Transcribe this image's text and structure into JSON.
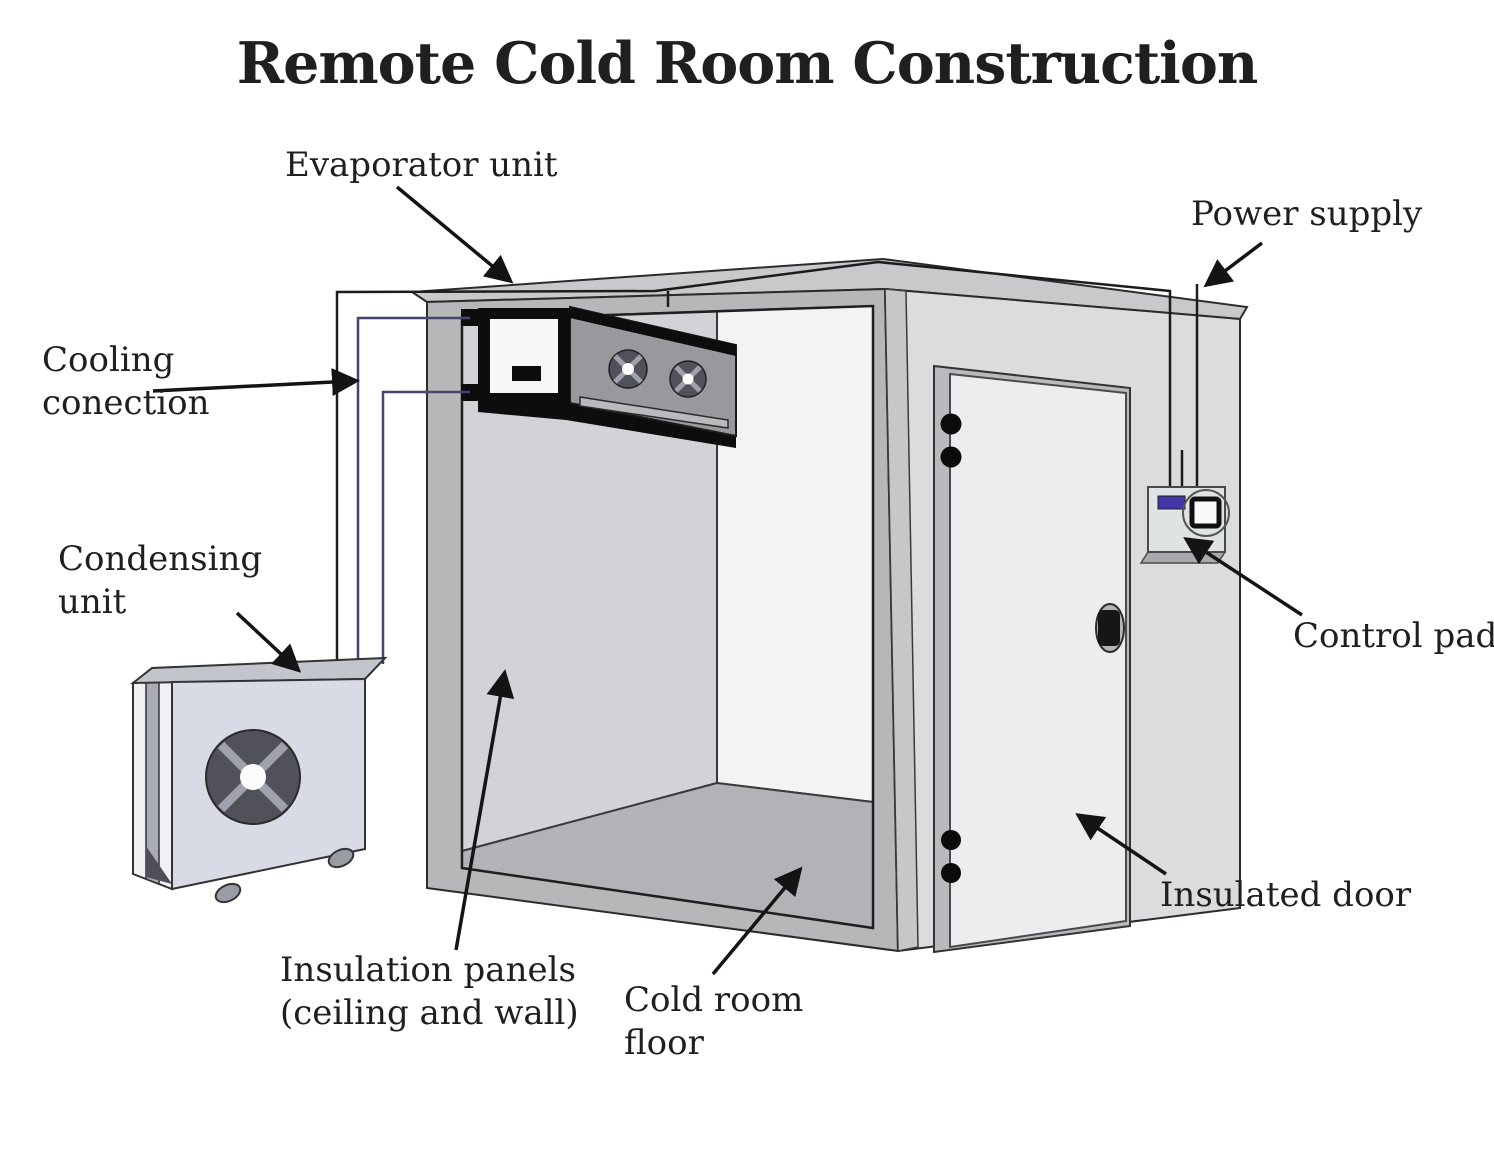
{
  "title": "Remote Cold Room Construction",
  "labels": {
    "evaporator": {
      "text": "Evaporator unit"
    },
    "power": {
      "text": "Power supply"
    },
    "cooling": {
      "line1": "Cooling",
      "line2": "conection"
    },
    "condensing": {
      "line1": "Condensing",
      "line2": "unit"
    },
    "control": {
      "text": "Control pad"
    },
    "insulated_door": {
      "text": "Insulated door"
    },
    "insulation": {
      "line1": "Insulation panels",
      "line2": "(ceiling and wall)"
    },
    "floor": {
      "line1": "Cold room",
      "line2": "floor"
    }
  },
  "colors": {
    "bg": "#ffffff",
    "text": "#1f1f1f",
    "line": "#1c1c1c",
    "wire_blue": "#45456e",
    "roof": "#c8c9cb",
    "frame": "#b6b7b9",
    "corner_strip": "#c6c7c9",
    "door_face": "#dadcde",
    "door_jamb": "#b9babd",
    "door_panel": "#ededef",
    "wall_left": "#d2d3d6",
    "wall_back": "#f3f3f4",
    "floor": "#b2b3b6",
    "evap_body": "#97999d",
    "evap_strip": "#b9babe",
    "evap_black": "#0d0d0d",
    "fan_dark": "#515159",
    "fan_blade": "#9fa2ad",
    "cond_front": "#d8dae6",
    "cond_top": "#c3c5cd",
    "cond_slab": "#a9abb5",
    "pad_face": "#e0e3e3",
    "pad_display": "#4336a8",
    "foot": "#9a9ca4"
  }
}
